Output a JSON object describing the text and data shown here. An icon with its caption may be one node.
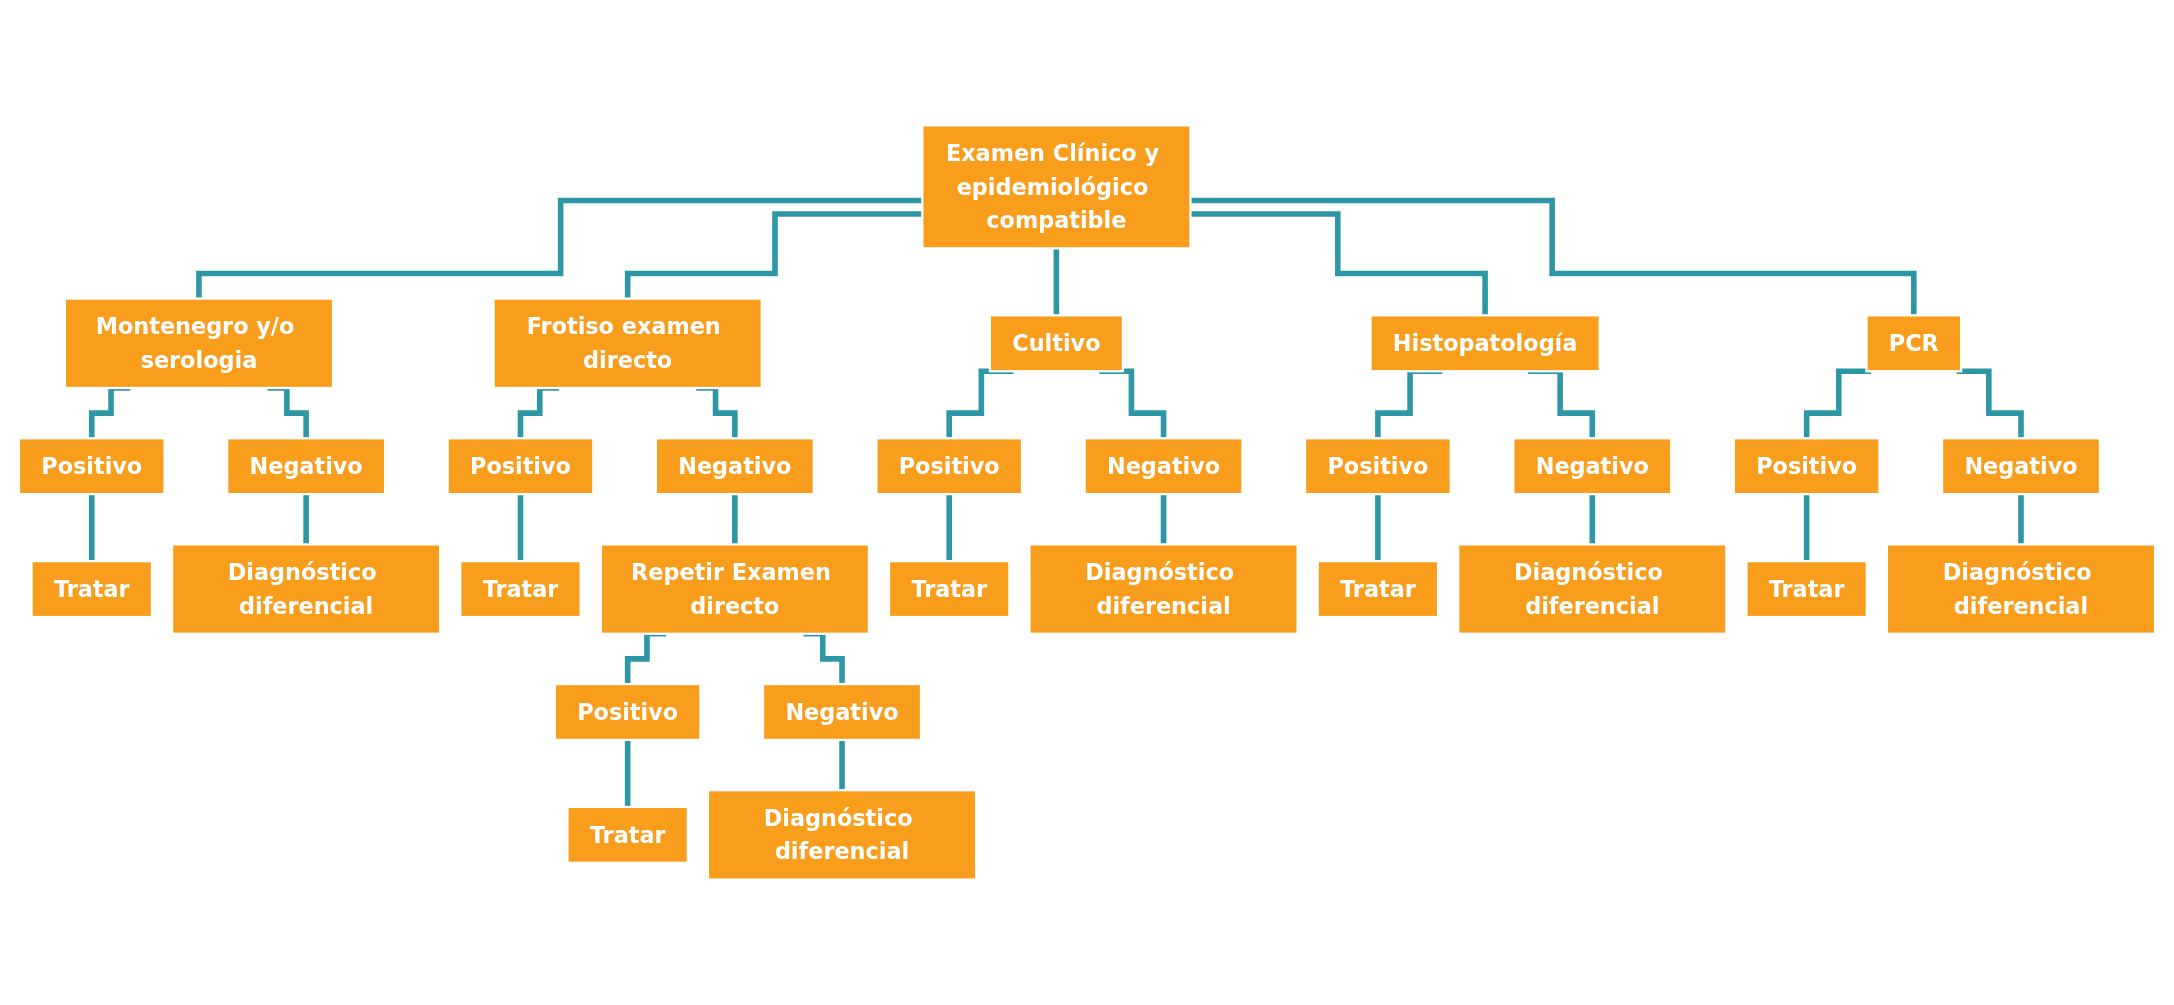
{
  "diagram": {
    "nodes": [
      {
        "text": [
          "Examen Clínico y epidemiológico compatible"
        ]
      },
      {
        "text": [
          "Montenegro y/o serologia"
        ]
      },
      {
        "text": [
          "Frotiso examen directo"
        ]
      },
      {
        "text": [
          "Cultivo"
        ]
      },
      {
        "text": [
          "Histopatología"
        ]
      },
      {
        "text": [
          "PCR"
        ]
      },
      {
        "text": [
          "Positivo"
        ]
      },
      {
        "text": [
          "Negativo"
        ]
      },
      {
        "text": [
          "Tratar"
        ]
      },
      {
        "text": [
          "Diagnóstico diferencial"
        ]
      },
      {
        "text": [
          "Positivo"
        ]
      },
      {
        "text": [
          "Negativo"
        ]
      },
      {
        "text": [
          "Tratar"
        ]
      },
      {
        "text": [
          "Repetir Examen directo"
        ]
      },
      {
        "text": [
          "Positivo"
        ]
      },
      {
        "text": [
          "Negativo"
        ]
      },
      {
        "text": [
          "Tratar"
        ]
      },
      {
        "text": [
          "Diagnóstico diferencial"
        ]
      },
      {
        "text": [
          "Positivo"
        ]
      },
      {
        "text": [
          "Negativo"
        ]
      },
      {
        "text": [
          "Tratar"
        ]
      },
      {
        "text": [
          "Diagnóstico diferencial"
        ]
      },
      {
        "text": [
          "Positivo"
        ]
      },
      {
        "text": [
          "Negativo"
        ]
      },
      {
        "text": [
          "Tratar"
        ]
      },
      {
        "text": [
          "Diagnóstico diferencial"
        ]
      },
      {
        "text": [
          "Positivo"
        ]
      },
      {
        "text": [
          "Negativo"
        ]
      },
      {
        "text": [
          "Tratar"
        ]
      },
      {
        "text": [
          "Diagnóstico diferencial"
        ]
      }
    ],
    "edges": [
      {
        "from": 0,
        "to": 1,
        "arrow": "none"
      },
      {
        "from": 0,
        "to": 2,
        "arrow": "none"
      },
      {
        "from": 0,
        "to": 3,
        "arrow": "none"
      },
      {
        "from": 0,
        "to": 4,
        "arrow": "none"
      },
      {
        "from": 0,
        "to": 5,
        "arrow": "none"
      },
      {
        "from": 1,
        "to": 6,
        "arrow": "none"
      },
      {
        "from": 1,
        "to": 7,
        "arrow": "none"
      },
      {
        "from": 6,
        "to": 8,
        "arrow": "none"
      },
      {
        "from": 7,
        "to": 9,
        "arrow": "none"
      },
      {
        "from": 2,
        "to": 10,
        "arrow": "none"
      },
      {
        "from": 2,
        "to": 11,
        "arrow": "none"
      },
      {
        "from": 10,
        "to": 12,
        "arrow": "none"
      },
      {
        "from": 11,
        "to": 13,
        "arrow": "none"
      },
      {
        "from": 13,
        "to": 14,
        "arrow": "none"
      },
      {
        "from": 13,
        "to": 15,
        "arrow": "none"
      },
      {
        "from": 14,
        "to": 16,
        "arrow": "none"
      },
      {
        "from": 15,
        "to": 17,
        "arrow": "none"
      },
      {
        "from": 3,
        "to": 18,
        "arrow": "none"
      },
      {
        "from": 3,
        "to": 19,
        "arrow": "none"
      },
      {
        "from": 18,
        "to": 20,
        "arrow": "none"
      },
      {
        "from": 19,
        "to": 21,
        "arrow": "none"
      },
      {
        "from": 4,
        "to": 22,
        "arrow": "none"
      },
      {
        "from": 4,
        "to": 23,
        "arrow": "none"
      },
      {
        "from": 22,
        "to": 24,
        "arrow": "none"
      },
      {
        "from": 23,
        "to": 25,
        "arrow": "none"
      },
      {
        "from": 5,
        "to": 26,
        "arrow": "none"
      },
      {
        "from": 5,
        "to": 27,
        "arrow": "none"
      },
      {
        "from": 26,
        "to": 28,
        "arrow": "none"
      },
      {
        "from": 27,
        "to": 29,
        "arrow": "none"
      }
    ]
  }
}
